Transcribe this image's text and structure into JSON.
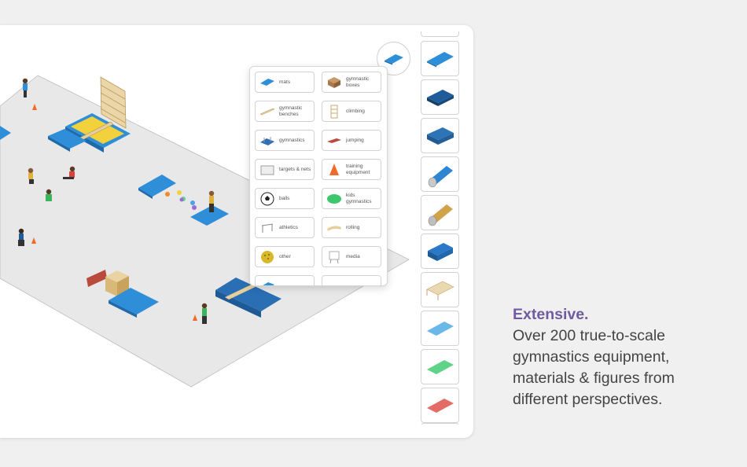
{
  "categories": [
    {
      "label": "mats",
      "icon": "mat-icon"
    },
    {
      "label": "gymnastic boxes",
      "icon": "gymnastic-box-icon"
    },
    {
      "label": "gymnastic benches",
      "icon": "bench-icon"
    },
    {
      "label": "climbing",
      "icon": "climbing-frame-icon"
    },
    {
      "label": "gymnastics",
      "icon": "gymnastics-apparatus-icon"
    },
    {
      "label": "jumping",
      "icon": "springboard-icon"
    },
    {
      "label": "targets & nets",
      "icon": "goal-net-icon"
    },
    {
      "label": "training equipment",
      "icon": "cone-icon"
    },
    {
      "label": "balls",
      "icon": "soccer-ball-icon"
    },
    {
      "label": "kids gymnastics",
      "icon": "disc-icon"
    },
    {
      "label": "athletics",
      "icon": "hurdle-icon"
    },
    {
      "label": "rolling",
      "icon": "rolling-board-icon"
    },
    {
      "label": "other",
      "icon": "ball-yellow-icon"
    },
    {
      "label": "media",
      "icon": "whiteboard-icon"
    }
  ],
  "selected_category_icon": "mat-icon",
  "rail_items": [
    {
      "name": "thin-blue-mat",
      "color": "#2f8ed8"
    },
    {
      "name": "thick-dark-blue-mat",
      "color": "#1f5d9a"
    },
    {
      "name": "blue-crash-mat",
      "color": "#2d74b6"
    },
    {
      "name": "blue-roll-mat",
      "color": "#2e86d2"
    },
    {
      "name": "yellow-roll-mat",
      "color": "#d0a24a"
    },
    {
      "name": "blue-wedge-mat",
      "color": "#2a79c6"
    },
    {
      "name": "wooden-frame-mat",
      "color": "#ead8b0"
    },
    {
      "name": "light-blue-mat",
      "color": "#6ab8e8"
    },
    {
      "name": "green-mat",
      "color": "#5fd38a"
    },
    {
      "name": "red-mat",
      "color": "#e46c66"
    }
  ],
  "caption": {
    "heading": "Extensive.",
    "body": "Over 200 true-to-scale\ngymnastics equipment,\nmaterials & figures from\ndifferent perspectives."
  },
  "colors": {
    "accent": "#6f5b9e",
    "floor": "#e9e9ea",
    "mat_blue": "#2f8ed8",
    "background": "#f0f0f1"
  }
}
